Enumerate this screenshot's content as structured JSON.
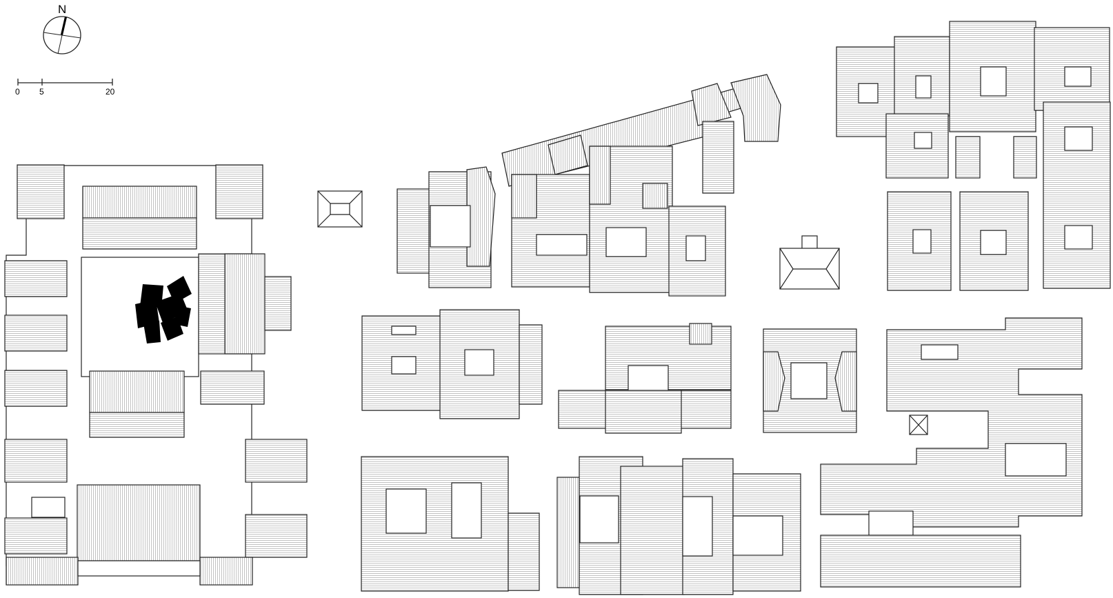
{
  "north_arrow": {
    "label": "N",
    "icon": "north-arrow-icon"
  },
  "scale_bar": {
    "ticks": [
      "0",
      "5",
      "20"
    ]
  },
  "colors": {
    "line": "#222222",
    "hatch": "#9a9a9a",
    "fill": "#ffffff",
    "solid": "#000000"
  },
  "icons": [
    "north-arrow-icon",
    "scale-bar",
    "roof-hatch-pattern",
    "tree-canopy"
  ]
}
